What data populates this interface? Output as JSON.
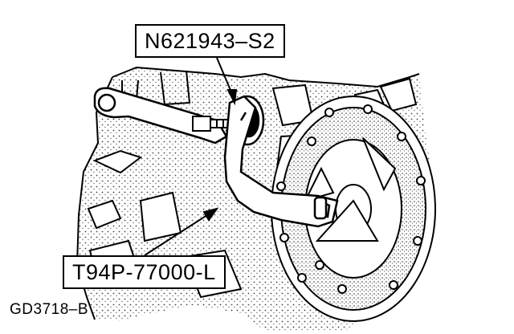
{
  "figure": {
    "callouts": {
      "bolt_part_number": "N621943–S2",
      "tool_number": "T94P-77000-L"
    },
    "figure_id": "GD3718–B"
  },
  "colors": {
    "line": "#000000",
    "background": "#ffffff",
    "stipple": "#555555"
  }
}
